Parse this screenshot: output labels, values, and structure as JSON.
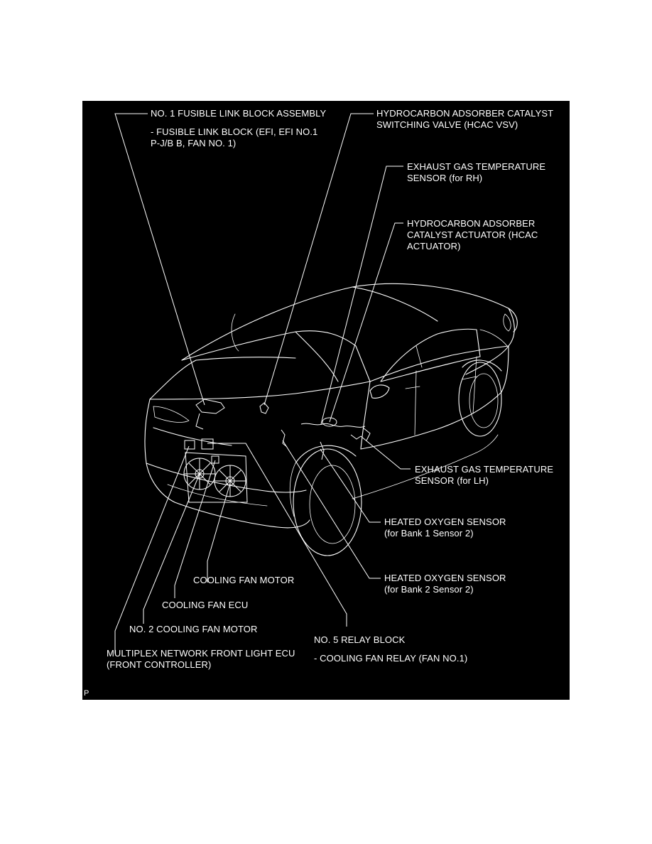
{
  "labels": {
    "fusible_link": {
      "title": "NO. 1 FUSIBLE LINK BLOCK ASSEMBLY",
      "sub1": "- FUSIBLE LINK BLOCK (EFI, EFI NO.1",
      "sub2": "P-J/B B, FAN NO. 1)"
    },
    "hcac_vsv": {
      "line1": "HYDROCARBON ADSORBER CATALYST",
      "line2": "SWITCHING VALVE (HCAC VSV)"
    },
    "exhaust_rh": {
      "line1": "EXHAUST GAS TEMPERATURE",
      "line2": "SENSOR (for RH)"
    },
    "hcac_actuator": {
      "line1": "HYDROCARBON ADSORBER",
      "line2": "CATALYST ACTUATOR (HCAC",
      "line3": "ACTUATOR)"
    },
    "exhaust_lh": {
      "line1": "EXHAUST GAS TEMPERATURE",
      "line2": "SENSOR (for LH)"
    },
    "o2_bank1": {
      "line1": "HEATED OXYGEN SENSOR",
      "line2": "(for Bank 1 Sensor 2)"
    },
    "o2_bank2": {
      "line1": "HEATED OXYGEN SENSOR",
      "line2": "(for Bank 2 Sensor 2)"
    },
    "cooling_fan_motor": "COOLING FAN MOTOR",
    "cooling_fan_ecu": "COOLING FAN ECU",
    "no2_cooling_fan_motor": "NO. 2 COOLING FAN MOTOR",
    "multiplex_ecu": {
      "line1": "MULTIPLEX NETWORK FRONT LIGHT ECU",
      "line2": "(FRONT CONTROLLER)"
    },
    "relay_block": {
      "title": "NO. 5 RELAY BLOCK",
      "sub": "- COOLING FAN RELAY (FAN NO.1)"
    },
    "corner_mark": "P"
  },
  "colors": {
    "panel_background": "#000000",
    "line_and_text": "#ffffff",
    "page_background": "#ffffff"
  }
}
